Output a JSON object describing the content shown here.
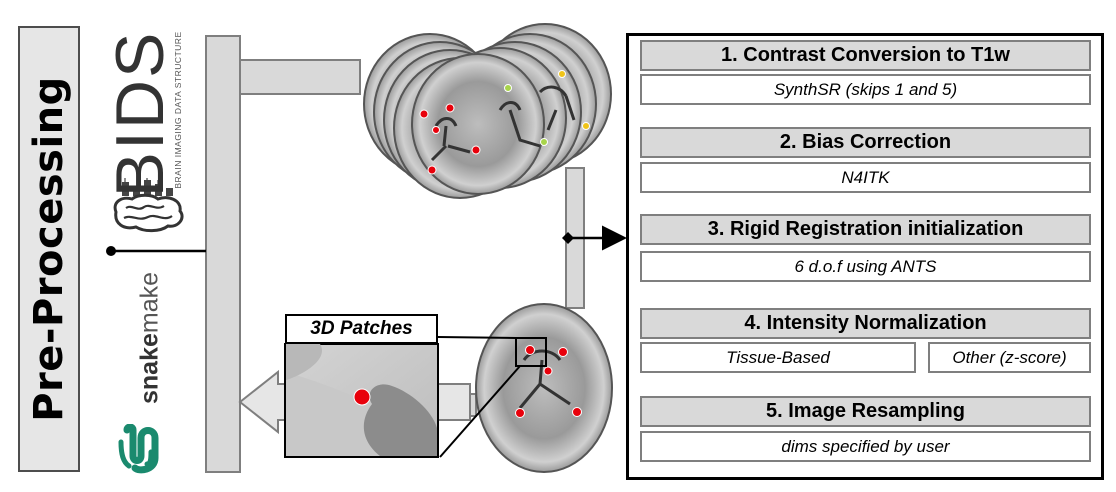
{
  "title": "Pre-Processing",
  "bids": {
    "logo_text": "BIDS",
    "subtitle": "BRAIN IMAGING DATA STRUCTURE"
  },
  "snakemake": {
    "name_bold": "snake",
    "name_rest": "make"
  },
  "patches": {
    "label": "3D Patches"
  },
  "pipeline": {
    "steps": [
      {
        "title": "1. Contrast Conversion to T1w",
        "detail": "SynthSR (skips 1 and 5)"
      },
      {
        "title": "2. Bias Correction",
        "detail": "N4ITK"
      },
      {
        "title": "3. Rigid Registration initialization",
        "detail": "6 d.o.f using ANTS"
      },
      {
        "title": "4. Intensity Normalization",
        "options": [
          "Tissue-Based",
          "Other (z-score)"
        ]
      },
      {
        "title": "5. Image Resampling",
        "detail": "dims specified by user"
      }
    ]
  },
  "colors": {
    "landmark_red": "#e8000b",
    "landmark_yellow": "#f0c419",
    "landmark_green": "#a8d44a",
    "arrow_gray": "#d9d9d9",
    "snakemake_teal": "#1a8a6e"
  }
}
